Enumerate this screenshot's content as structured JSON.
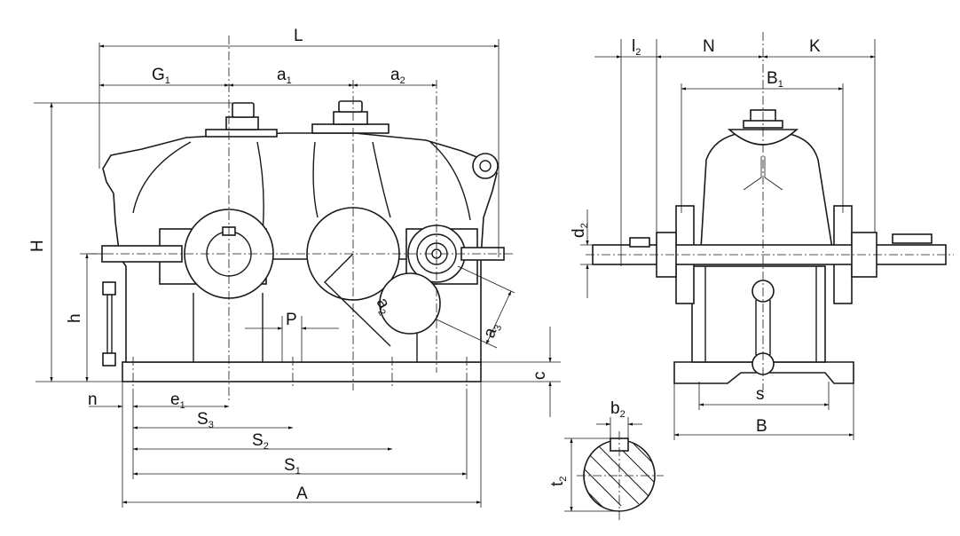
{
  "labels": {
    "L": "L",
    "G1": {
      "main": "G",
      "sub": "1"
    },
    "a1": {
      "main": "a",
      "sub": "1"
    },
    "a2": {
      "main": "a",
      "sub": "2"
    },
    "a2_diag": {
      "main": "a",
      "sub": "2"
    },
    "a3": {
      "main": "a",
      "sub": "3"
    },
    "H": "H",
    "h": "h",
    "P": "P",
    "c": "c",
    "n": "n",
    "e1": {
      "main": "e",
      "sub": "1"
    },
    "S3": {
      "main": "S",
      "sub": "3"
    },
    "S2": {
      "main": "S",
      "sub": "2"
    },
    "S1": {
      "main": "S",
      "sub": "1"
    },
    "A": "A",
    "l2": {
      "main": "l",
      "sub": "2"
    },
    "N": "N",
    "K": "K",
    "B1": {
      "main": "B",
      "sub": "1"
    },
    "d2": {
      "main": "d",
      "sub": "2"
    },
    "s": "s",
    "B": "B",
    "b2": {
      "main": "b",
      "sub": "2"
    },
    "t2": {
      "main": "t",
      "sub": "2"
    }
  }
}
